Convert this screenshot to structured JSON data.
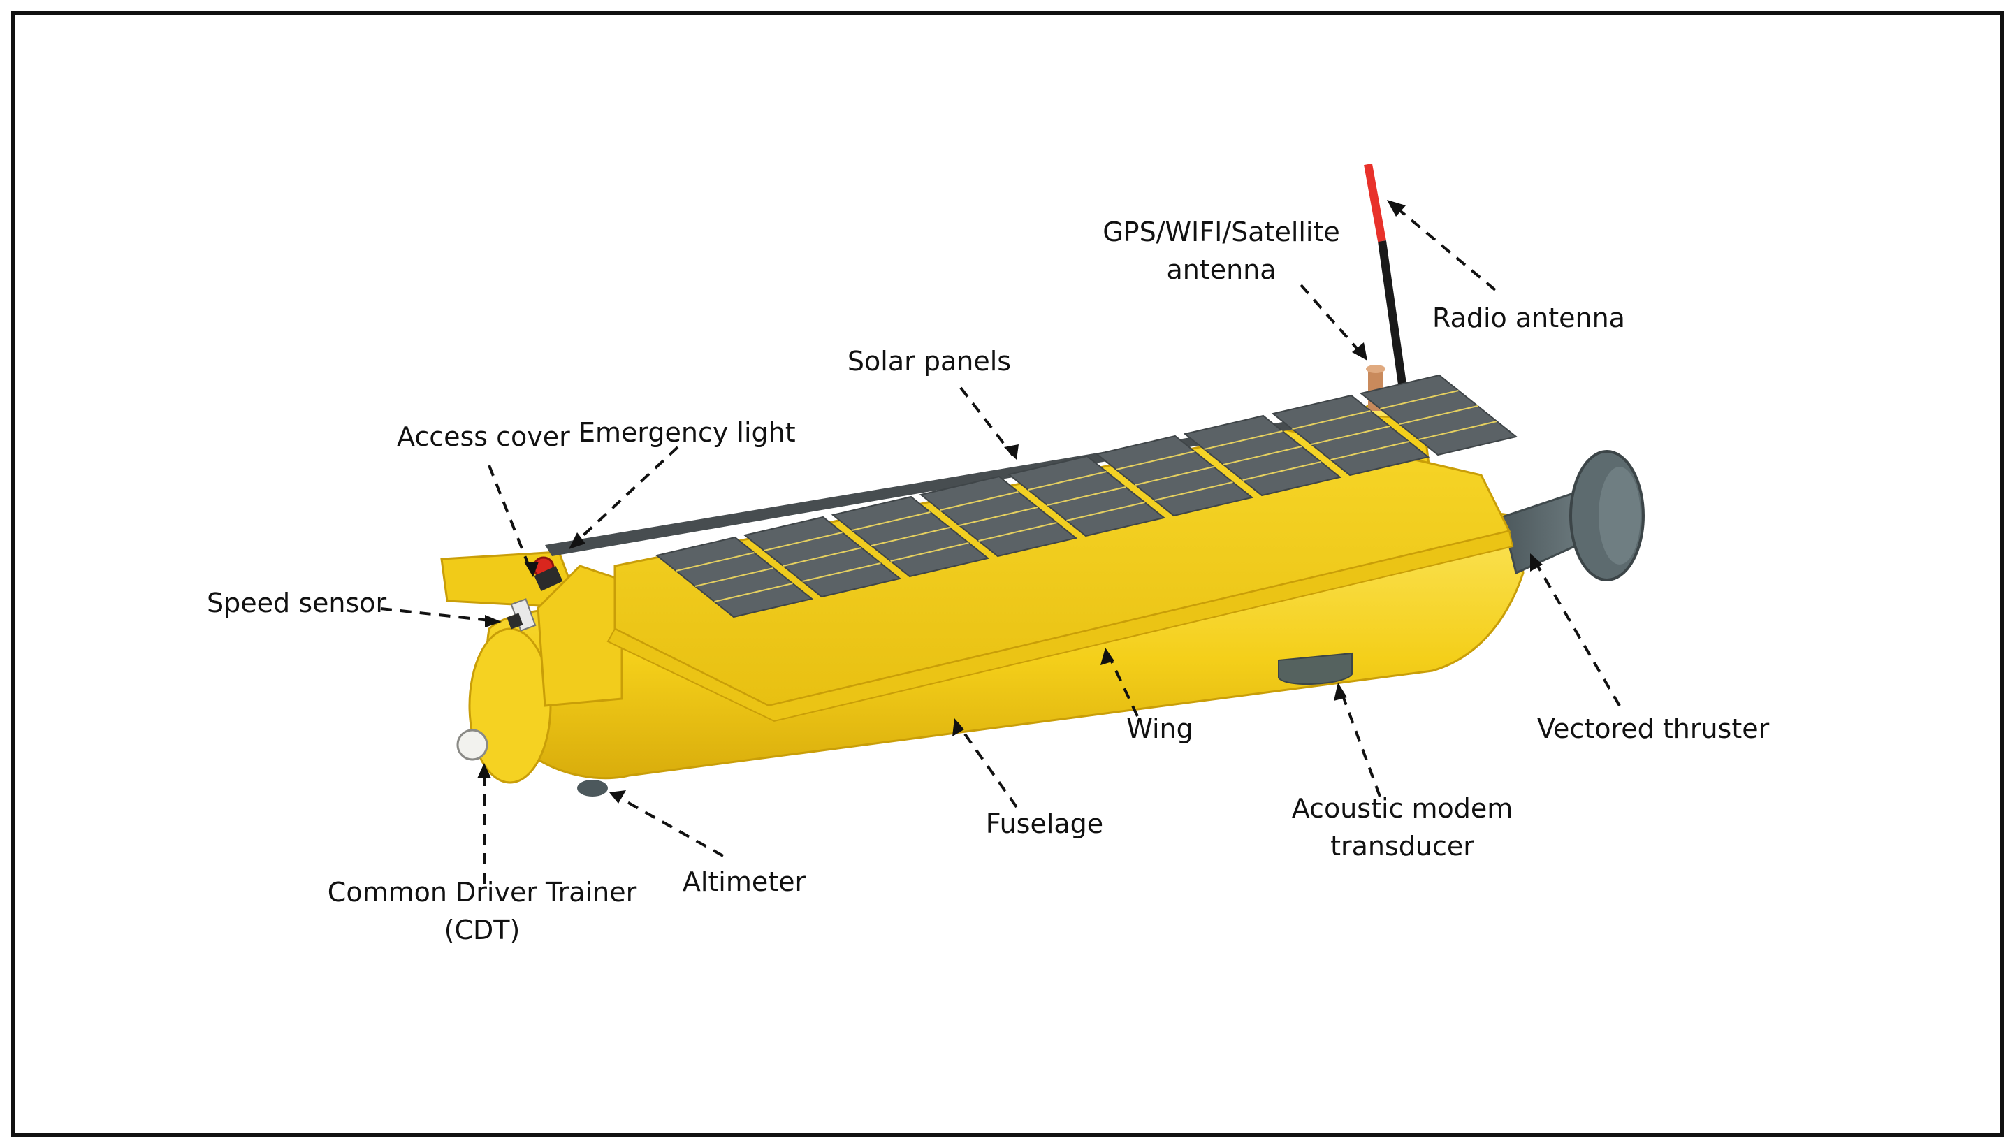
{
  "colors": {
    "hull": "#f4cf1a",
    "hull_shadow": "#d9ad0c",
    "hull_highlight": "#fbe45a",
    "panel": "#5b6266",
    "panel_line": "#3f4548",
    "thruster": "#5d6b6f",
    "frame": "#111111",
    "antenna_red": "#e8312a",
    "antenna_black": "#1a1a1a"
  },
  "labels": {
    "gps_antenna": [
      "GPS/WIFI/Satellite",
      "antenna"
    ],
    "radio_antenna": "Radio antenna",
    "solar_panels": "Solar panels",
    "access_cover": "Access cover",
    "emergency_light": "Emergency light",
    "speed_sensor": "Speed sensor",
    "wing": "Wing",
    "vectored_thruster": "Vectored thruster",
    "fuselage": "Fuselage",
    "acoustic_modem": [
      "Acoustic modem",
      "transducer"
    ],
    "altimeter": "Altimeter",
    "cdt": [
      "Common Driver Trainer",
      "(CDT)"
    ]
  }
}
